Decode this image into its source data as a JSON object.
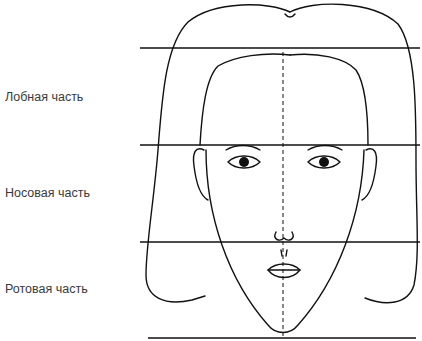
{
  "diagram": {
    "labels": [
      "Лобная часть",
      "Носовая часть",
      "Ротовая часть"
    ]
  }
}
